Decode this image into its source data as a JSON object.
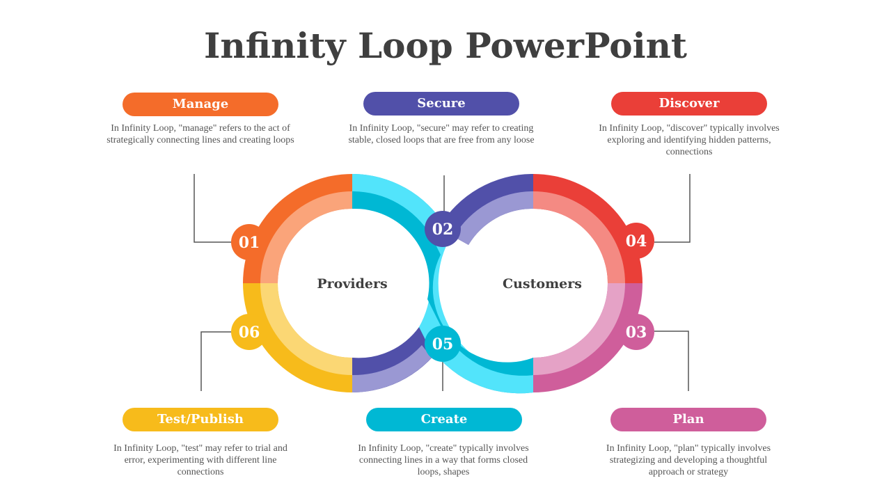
{
  "title": "Infinity Loop PowerPoint",
  "centers": {
    "left": "Providers",
    "right": "Customers"
  },
  "colors": {
    "manage": "#f46c2a",
    "secure": "#5150a9",
    "discover": "#ea3f38",
    "test": "#f7bb1b",
    "create": "#00b8d4",
    "plan": "#cf5e9b"
  },
  "steps": [
    {
      "number": "01",
      "label": "Manage",
      "text": "In Infinity Loop, \"manage\" refers to the act of strategically  connecting lines and creating loops"
    },
    {
      "number": "02",
      "label": "Secure",
      "text": "In Infinity Loop, \"secure\" may refer to creating stable, closed loops that are free from any loose"
    },
    {
      "number": "04",
      "label": "Discover",
      "text": "In Infinity Loop, \"discover\" typically involves exploring and identifying hidden patterns, connections"
    },
    {
      "number": "06",
      "label": "Test/Publish",
      "text": "In Infinity Loop, \"test\" may refer to trial and error, experimenting with different line connections"
    },
    {
      "number": "05",
      "label": "Create",
      "text": "In Infinity Loop, \"create\" typically involves connecting lines in a way that forms closed loops, shapes"
    },
    {
      "number": "03",
      "label": "Plan",
      "text": "In Infinity Loop, \"plan\" typically involves strategizing and developing a thoughtful approach  or strategy"
    }
  ]
}
